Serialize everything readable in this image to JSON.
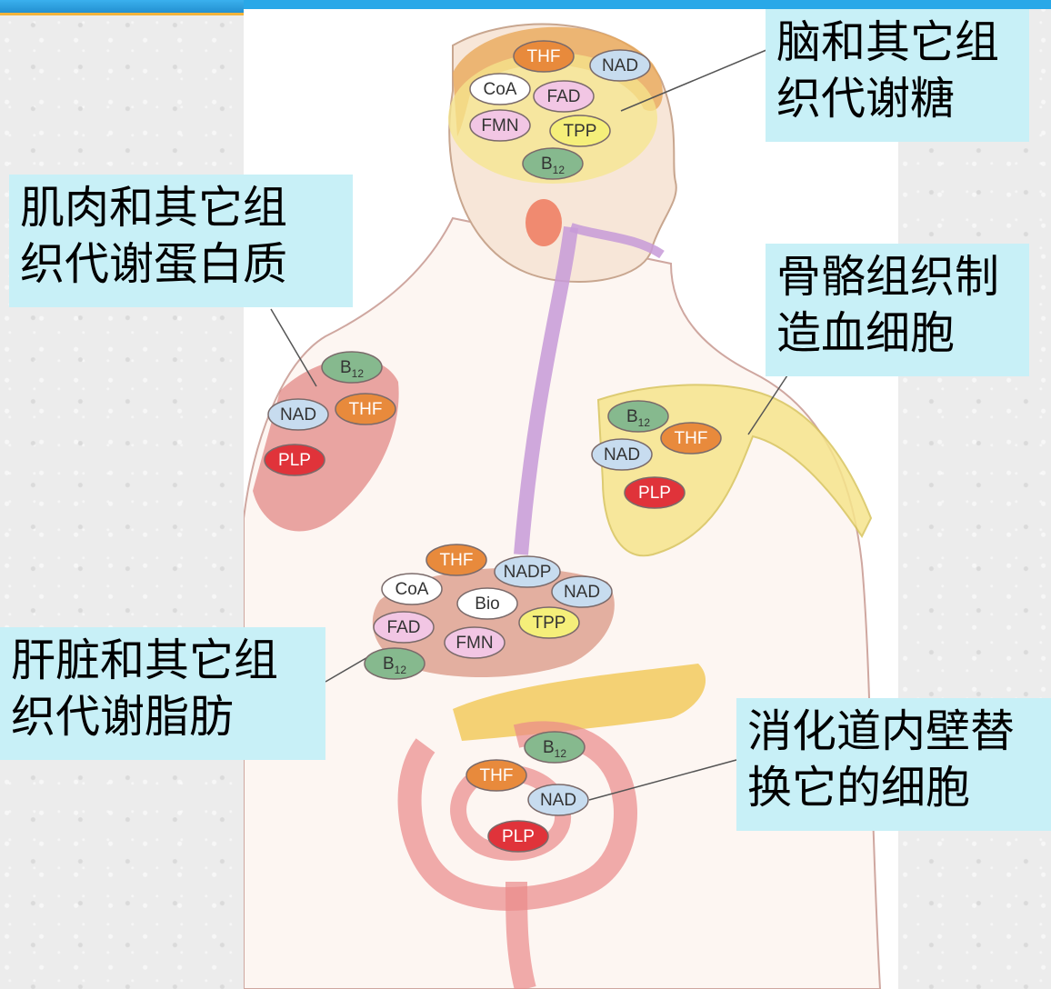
{
  "labels": {
    "brain": {
      "line1": "脑和其它组",
      "line2": "织代谢糖"
    },
    "muscle": {
      "line1": "肌肉和其它组",
      "line2": "织代谢蛋白质"
    },
    "bone": {
      "line1": "骨骼组织制",
      "line2": "造血细胞"
    },
    "liver": {
      "line1": "肝脏和其它组",
      "line2": "织代谢脂肪"
    },
    "digestive": {
      "line1": "消化道内壁替",
      "line2": "换它的细胞"
    }
  },
  "coenzymes": {
    "brain": [
      "THF",
      "NAD",
      "CoA",
      "FAD",
      "FMN",
      "TPP",
      "B12"
    ],
    "muscle": [
      "B12",
      "NAD",
      "THF",
      "PLP"
    ],
    "bone": [
      "B12",
      "THF",
      "NAD",
      "PLP"
    ],
    "liver": [
      "THF",
      "NADP",
      "CoA",
      "Bio",
      "NAD",
      "FAD",
      "TPP",
      "FMN",
      "B12"
    ],
    "intestine": [
      "B12",
      "THF",
      "NAD",
      "PLP"
    ]
  },
  "colors": {
    "THF": "#e88a3c",
    "NAD": "#c7dcef",
    "CoA": "#ffffff",
    "FAD": "#f2c6e4",
    "FMN": "#f2c6e4",
    "TPP": "#f5ef7a",
    "B12": "#86b98e",
    "PLP": "#e0333a",
    "NADP": "#c7dcef",
    "Bio": "#ffffff",
    "label_bg": "#c8f0f7",
    "topbar": "#29a8e8"
  }
}
